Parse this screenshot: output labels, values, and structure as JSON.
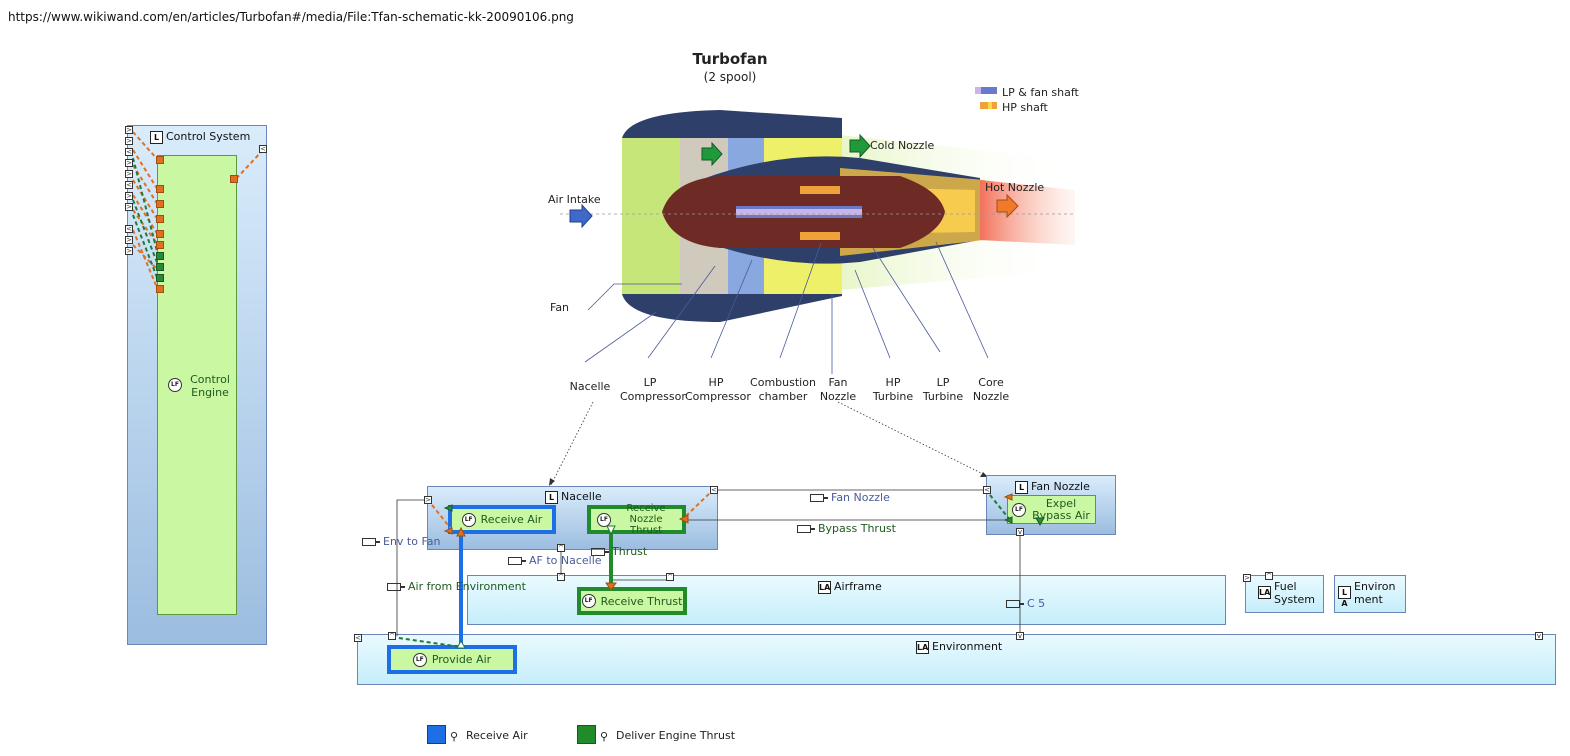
{
  "url": "https://www.wikiwand.com/en/articles/Turbofan#/media/File:Tfan-schematic-kk-20090106.png",
  "schematic": {
    "title": "Turbofan",
    "subtitle": "(2 spool)",
    "legend": [
      {
        "label": "LP & fan shaft",
        "color": "#6a79c9"
      },
      {
        "label": "HP shaft",
        "color": "#f0a23a"
      }
    ],
    "labels": {
      "air_intake": "Air Intake",
      "cold_nozzle": "Cold Nozzle",
      "hot_nozzle": "Hot Nozzle",
      "fan": "Fan",
      "nacelle": "Nacelle",
      "lp_compressor_1": "LP",
      "lp_compressor_2": "Compressor",
      "hp_compressor_1": "HP",
      "hp_compressor_2": "Compressor",
      "combustion_1": "Combustion",
      "combustion_2": "chamber",
      "fan_nozzle_1": "Fan",
      "fan_nozzle_2": "Nozzle",
      "hp_turbine_1": "HP",
      "hp_turbine_2": "Turbine",
      "lp_turbine_1": "LP",
      "lp_turbine_2": "Turbine",
      "core_nozzle_1": "Core",
      "core_nozzle_2": "Nozzle"
    }
  },
  "model": {
    "control_system": {
      "header": "Control System",
      "badge": "L",
      "function": "Control Engine",
      "function_badge": "LF"
    },
    "nacelle": {
      "header": "Nacelle",
      "badge": "L"
    },
    "receive_air": {
      "label": "Receive Air",
      "badge": "LF"
    },
    "receive_nozzle_thrust": {
      "label": "Receive Nozzle Thrust",
      "badge": "LF"
    },
    "fan_nozzle": {
      "header": "Fan Nozzle",
      "badge": "L"
    },
    "expel_bypass_air": {
      "label": "Expel Bypass Air",
      "badge": "LF"
    },
    "airframe": {
      "header": "Airframe",
      "badge": "LA"
    },
    "receive_thrust": {
      "label": "Receive Thrust",
      "badge": "LF"
    },
    "fuel_system": {
      "header": "Fuel System",
      "badge": "LA"
    },
    "environment_small": {
      "header": "Environment",
      "badge": "LA"
    },
    "environment": {
      "header": "Environment",
      "badge": "LA"
    },
    "provide_air": {
      "label": "Provide Air",
      "badge": "LF"
    },
    "flows": {
      "fan_nozzle": "Fan Nozzle",
      "bypass_thrust": "Bypass Thrust",
      "env_to_fan": "Env to Fan",
      "thrust": "Thrust",
      "af_to_nacelle": "AF to Nacelle",
      "air_from_environment": "Air from Environment",
      "c5": "C 5"
    }
  },
  "bottom_legend": [
    {
      "label": "Receive Air",
      "color": "#1e6fe6"
    },
    {
      "label": "Deliver Engine Thrust",
      "color": "#218a2a"
    }
  ]
}
